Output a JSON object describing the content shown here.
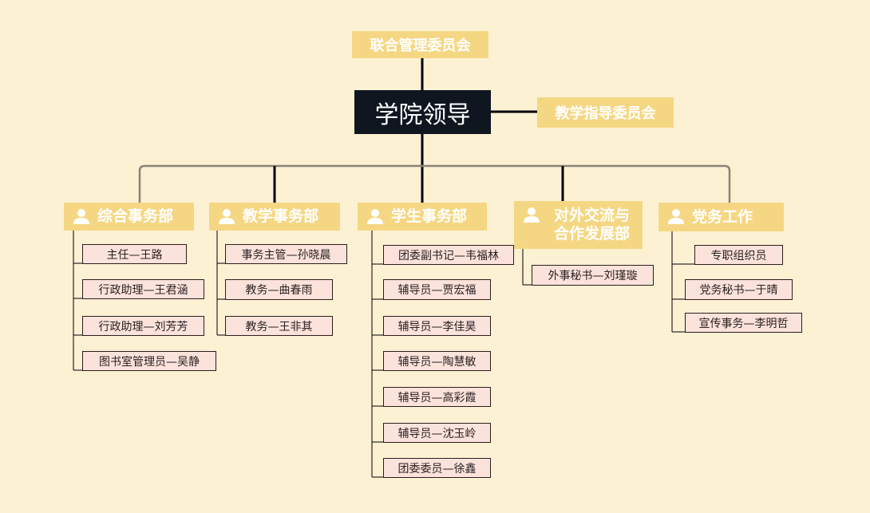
{
  "committees": {
    "joint_management": "联合管理委员会",
    "teaching_guidance": "教学指导委员会"
  },
  "root": {
    "label": "学院领导"
  },
  "departments": [
    {
      "name": "综合事务部",
      "icon": "person-icon",
      "members": [
        "主任—王路",
        "行政助理—王君涵",
        "行政助理—刘芳芳",
        "图书室管理员—吴静"
      ]
    },
    {
      "name": "教学事务部",
      "icon": "person-icon",
      "members": [
        "事务主管—孙晓晨",
        "教务—曲春雨",
        "教务—王非其"
      ]
    },
    {
      "name": "学生事务部",
      "icon": "person-icon",
      "members": [
        "团委副书记—韦福林",
        "辅导员—贾宏福",
        "辅导员—李佳昊",
        "辅导员—陶慧敏",
        "辅导员—高彩霞",
        "辅导员—沈玉岭",
        "团委委员—徐鑫"
      ]
    },
    {
      "name": "对外交流与合作发展部",
      "name_line1": "对外交流与",
      "name_line2": "合作发展部",
      "icon": "person-icon",
      "members": [
        "外事秘书—刘瑾璇"
      ]
    },
    {
      "name": "党务工作",
      "icon": "person-icon",
      "members": [
        "专职组织员",
        "党务秘书—于晴",
        "宣传事务—李明哲"
      ]
    }
  ],
  "colors": {
    "background": "#fdf1d4",
    "header_fill": "#f5d783",
    "root_fill": "#0f1620",
    "member_fill": "#fbe3dc",
    "connector": "#000000",
    "bracket": "#8a8477"
  }
}
